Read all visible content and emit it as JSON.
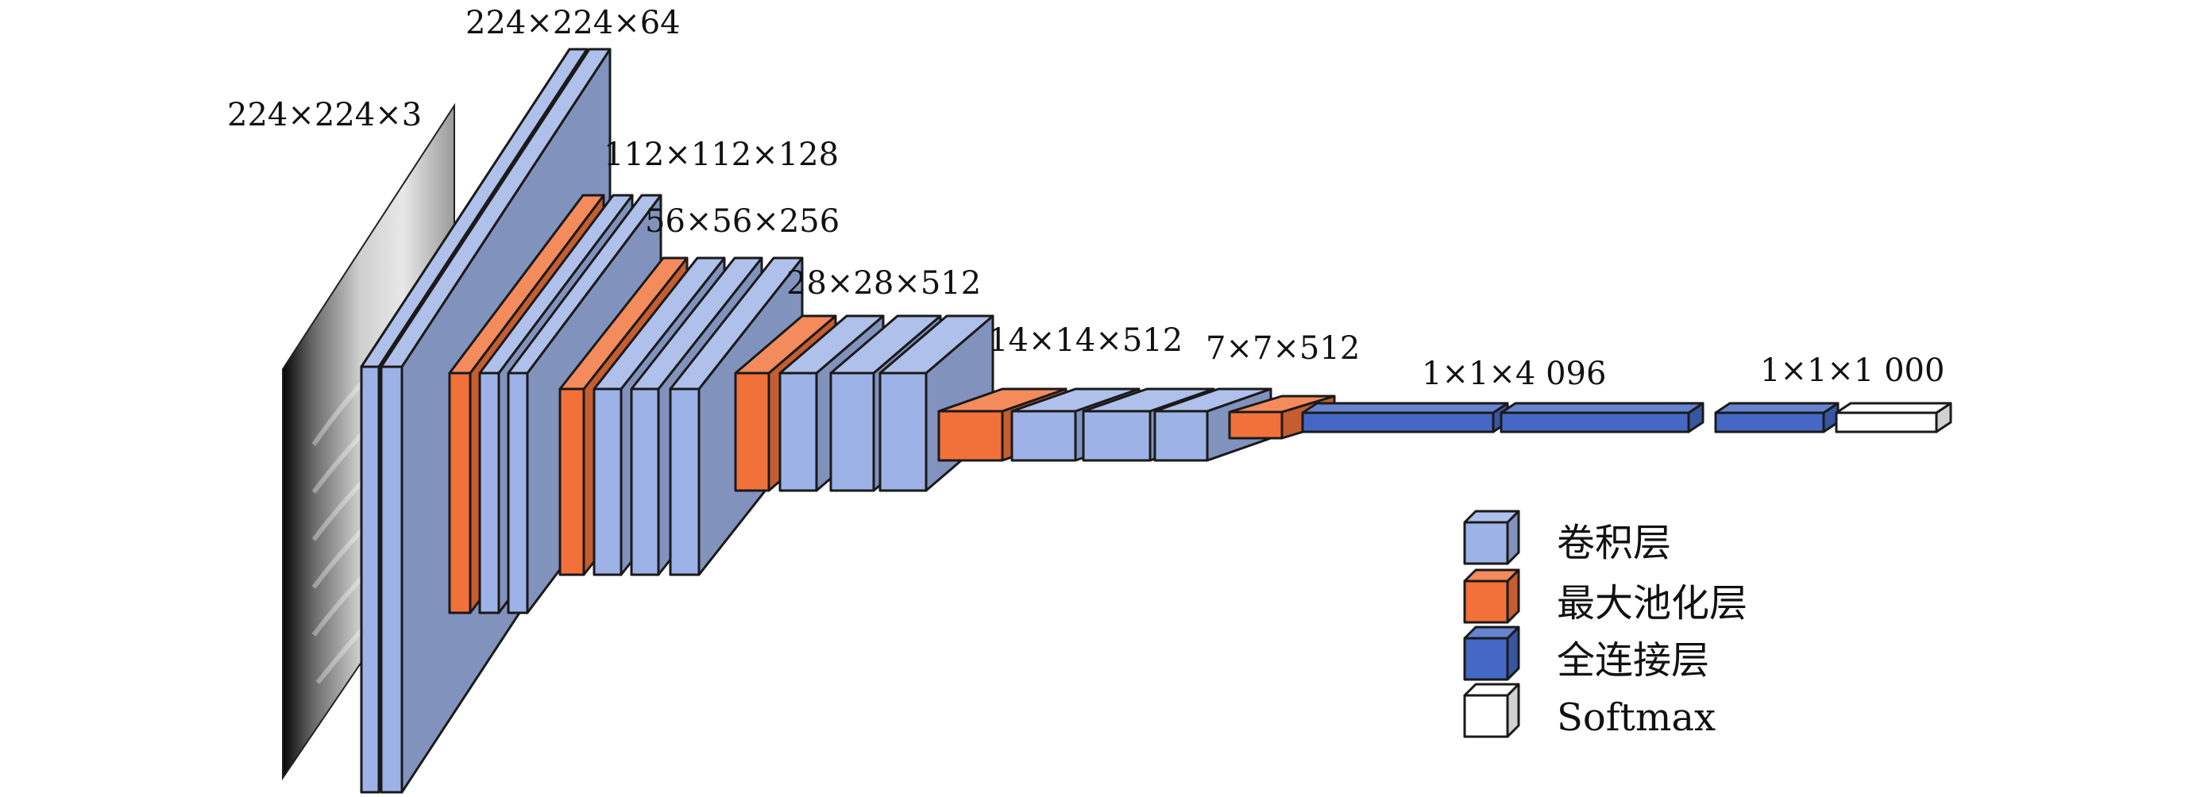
{
  "colors": {
    "conv": "#9db2e6",
    "pool": "#f2713a",
    "fc": "#4468c4",
    "softmax": "#ffffff",
    "outline": "#1a1a1a"
  },
  "dimension_labels": {
    "input": "224×224×3",
    "conv1": "224×224×64",
    "conv2": "112×112×128",
    "conv3": "56×56×256",
    "conv4": "28×28×512",
    "conv5": "14×14×512",
    "pool5": "7×7×512",
    "fc": "1×1×4 096",
    "output": "1×1×1 000"
  },
  "legend": {
    "conv": "卷积层",
    "pool": "最大池化层",
    "fc": "全连接层",
    "softmax": "Softmax"
  },
  "layer_sequence": [
    "input-image",
    "conv",
    "conv",
    "pool",
    "conv",
    "conv",
    "pool",
    "conv",
    "conv",
    "conv",
    "pool",
    "conv",
    "conv",
    "conv",
    "pool",
    "conv",
    "conv",
    "conv",
    "pool",
    "fc",
    "fc",
    "fc",
    "softmax"
  ]
}
